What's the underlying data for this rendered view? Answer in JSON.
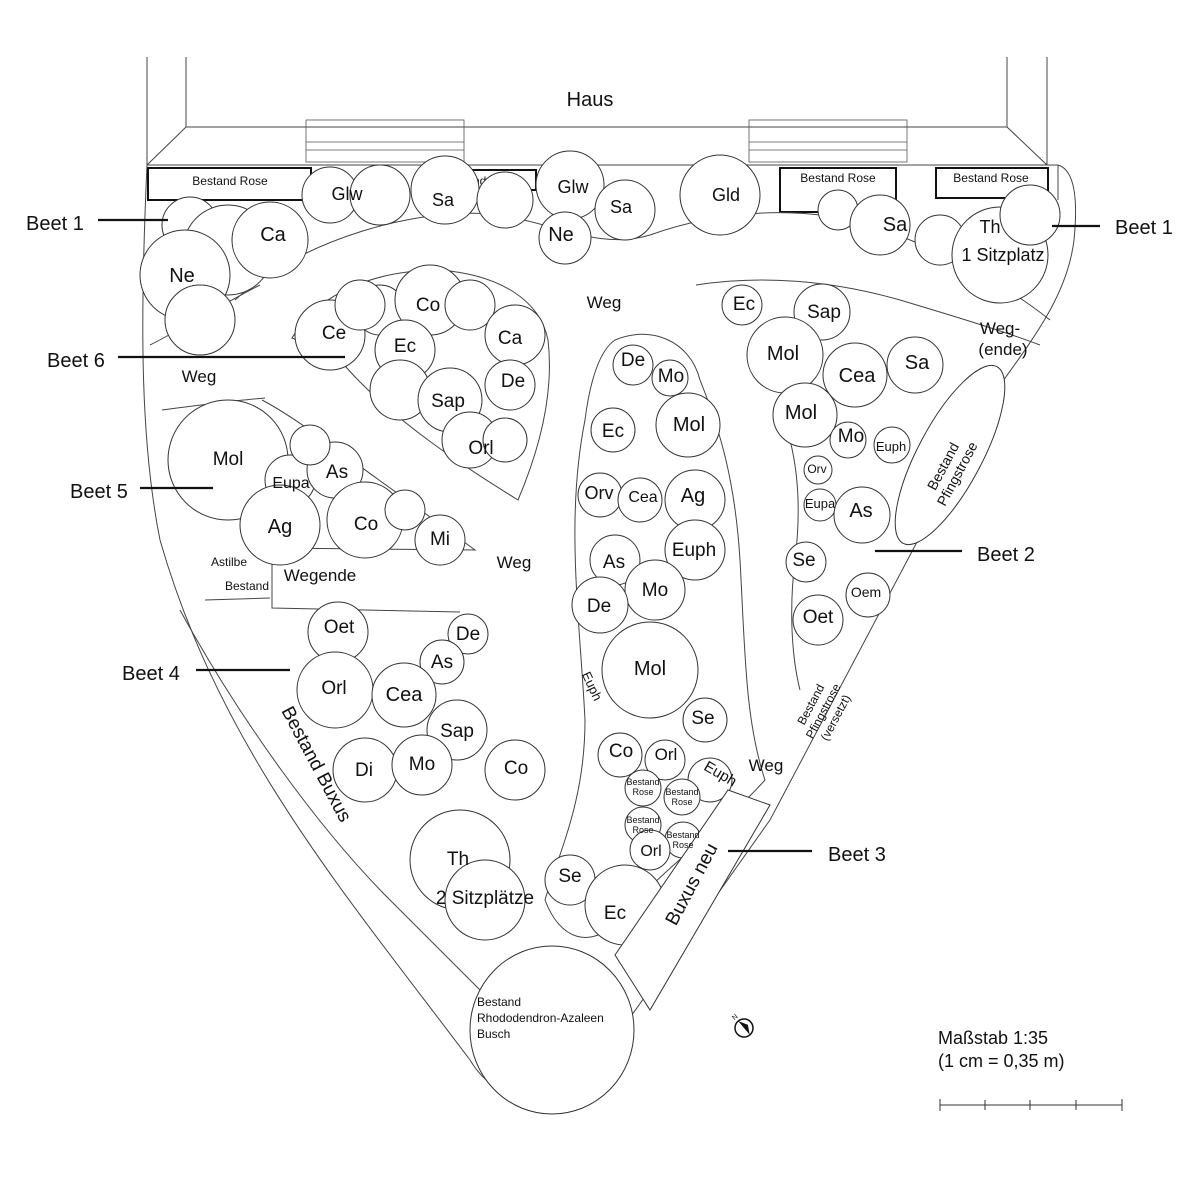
{
  "house": "Haus",
  "beds": {
    "b1_left": "Beet 1",
    "b1_right": "Beet 1",
    "b6": "Beet 6",
    "b5": "Beet 5",
    "b2": "Beet 2",
    "b4": "Beet 4",
    "b3": "Beet 3"
  },
  "house_strip": {
    "rose1": "Bestand Rose",
    "rose2": "Bestand Rose",
    "rose3": "Bestand Rose",
    "rose4": "Bestand Rose"
  },
  "top": {
    "glw1": "Glw",
    "sa1": "Sa",
    "glw2": "Glw",
    "sa2": "Sa",
    "gld": "Gld",
    "ne1": "Ne",
    "ca": "Ca",
    "ne2": "Ne",
    "sa3": "Sa",
    "th": "Th",
    "sitz1": "1 Sitzplatz"
  },
  "paths": {
    "weg_top": "Weg",
    "weg_left": "Weg",
    "weg_end_1": "Weg-",
    "weg_end_2": "(ende)",
    "weg_mid": "Weg",
    "wegende": "Wegende",
    "weg_low": "Weg"
  },
  "beet6": {
    "co": "Co",
    "ce": "Ce",
    "ec": "Ec",
    "ca": "Ca",
    "de": "De",
    "sap": "Sap",
    "orl": "Orl"
  },
  "beet5": {
    "mol": "Mol",
    "eupa": "Eupa",
    "as": "As",
    "ag": "Ag",
    "co": "Co",
    "mi": "Mi",
    "astilbe": "Astilbe",
    "bestand": "Bestand"
  },
  "center": {
    "de1": "De",
    "mo1": "Mo",
    "ec": "Ec",
    "mol1": "Mol",
    "orv": "Orv",
    "cea": "Cea",
    "ag": "Ag",
    "euph1": "Euph",
    "as": "As",
    "mo2": "Mo",
    "de2": "De",
    "mol2": "Mol",
    "euph2": "Euph",
    "se1": "Se",
    "co": "Co",
    "orl1": "Orl",
    "euph3": "Euph",
    "rose_a": "Bestand Rose",
    "rose_b": "Bestand Rose",
    "rose_c": "Bestand Rose",
    "rose_d": "Bestand Rose",
    "orl2": "Orl",
    "se2": "Se",
    "ec2": "Ec"
  },
  "beet2": {
    "ec": "Ec",
    "sap": "Sap",
    "mol1": "Mol",
    "cea": "Cea",
    "sa": "Sa",
    "mol2": "Mol",
    "mo": "Mo",
    "euph": "Euph",
    "orv": "Orv",
    "eupa": "Eupa",
    "as": "As",
    "se": "Se",
    "oem": "Oem",
    "oet": "Oet",
    "pf1_1": "Bestand",
    "pf1_2": "Pfingstrose",
    "pf2_1": "Bestand",
    "pf2_2": "Pfingstrose",
    "pf2_3": "(versetzt)"
  },
  "beet4": {
    "oet": "Oet",
    "de": "De",
    "as": "As",
    "orl": "Orl",
    "cea": "Cea",
    "sap": "Sap",
    "di": "Di",
    "mo": "Mo",
    "co": "Co",
    "th": "Th",
    "sitz2": "2 Sitzplätze"
  },
  "borders": {
    "buxus": "Bestand Buxus",
    "buxus_neu": "Buxus neu"
  },
  "rhodo": {
    "l1": "Bestand",
    "l2": "Rhododendron-Azaleen",
    "l3": "Busch"
  },
  "scale": {
    "l1": "Maßstab 1:35",
    "l2": "(1 cm = 0,35 m)"
  }
}
